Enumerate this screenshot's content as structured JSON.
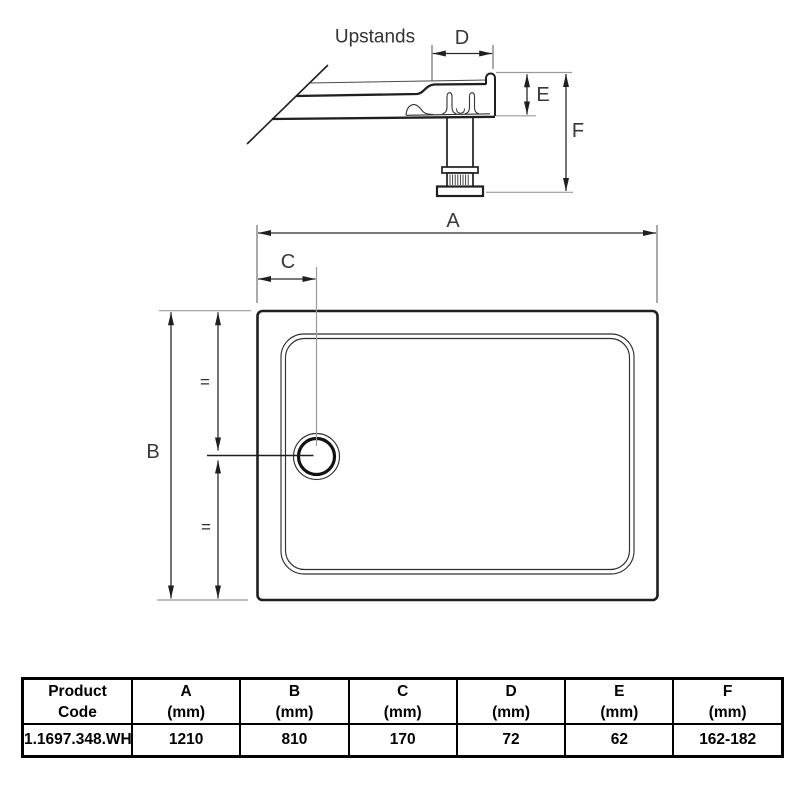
{
  "diagram": {
    "section_label": "Upstands",
    "dim_labels": {
      "a": "A",
      "b": "B",
      "c": "C",
      "d": "D",
      "e": "E",
      "f": "F"
    },
    "equal_mark": "=",
    "colors": {
      "line": "#1f1f1f",
      "dimension": "#2a2a2a",
      "extension": "#9b9b9b",
      "background": "#ffffff"
    }
  },
  "table": {
    "header": [
      {
        "line1": "Product",
        "line2": "Code"
      },
      {
        "line1": "A",
        "line2": "(mm)"
      },
      {
        "line1": "B",
        "line2": "(mm)"
      },
      {
        "line1": "C",
        "line2": "(mm)"
      },
      {
        "line1": "D",
        "line2": "(mm)"
      },
      {
        "line1": "E",
        "line2": "(mm)"
      },
      {
        "line1": "F",
        "line2": "(mm)"
      }
    ],
    "row": {
      "product_code": "1.1697.348.WH",
      "a_mm": "1210",
      "b_mm": "810",
      "c_mm": "170",
      "d_mm": "72",
      "e_mm": "62",
      "f_mm": "162-182"
    }
  }
}
